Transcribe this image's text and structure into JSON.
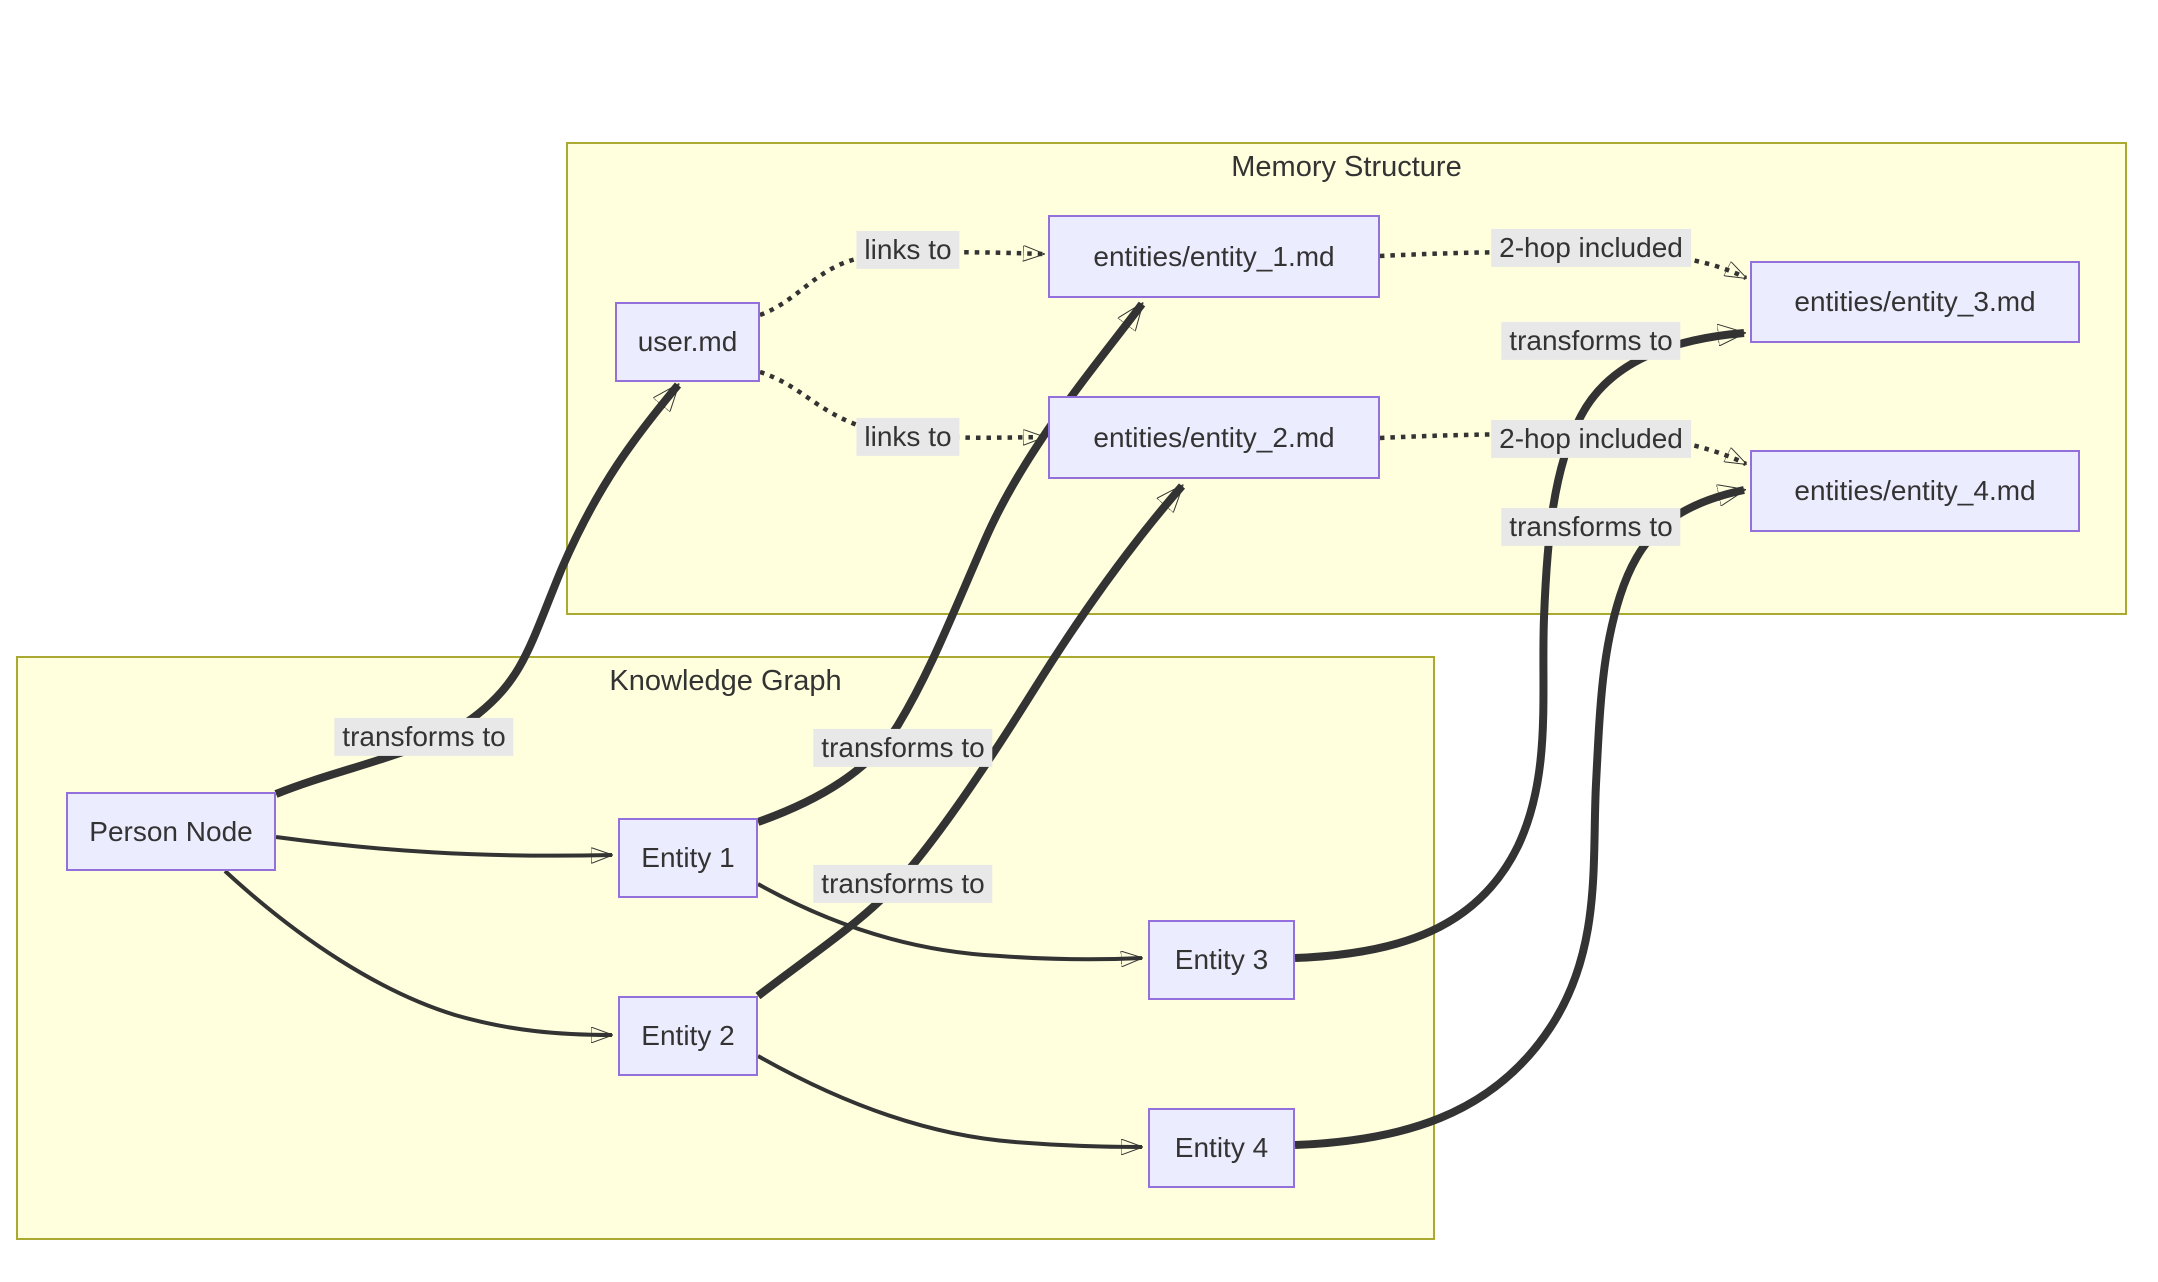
{
  "diagram_type": "flowchart",
  "clusters": {
    "memory": {
      "title": "Memory Structure"
    },
    "knowledge": {
      "title": "Knowledge Graph"
    }
  },
  "nodes": {
    "user_md": {
      "label": "user.md"
    },
    "entity1_md": {
      "label": "entities/entity_1.md"
    },
    "entity2_md": {
      "label": "entities/entity_2.md"
    },
    "entity3_md": {
      "label": "entities/entity_3.md"
    },
    "entity4_md": {
      "label": "entities/entity_4.md"
    },
    "person": {
      "label": "Person Node"
    },
    "entity1": {
      "label": "Entity 1"
    },
    "entity2": {
      "label": "Entity 2"
    },
    "entity3": {
      "label": "Entity 3"
    },
    "entity4": {
      "label": "Entity 4"
    }
  },
  "edges": {
    "user_links_e1": {
      "from": "user.md",
      "to": "entities/entity_1.md",
      "label": "links to",
      "style": "dotted"
    },
    "user_links_e2": {
      "from": "user.md",
      "to": "entities/entity_2.md",
      "label": "links to",
      "style": "dotted"
    },
    "e1_2hop_e3": {
      "from": "entities/entity_1.md",
      "to": "entities/entity_3.md",
      "label": "2-hop included",
      "style": "dotted"
    },
    "e2_2hop_e4": {
      "from": "entities/entity_2.md",
      "to": "entities/entity_4.md",
      "label": "2-hop included",
      "style": "dotted"
    },
    "person_transforms_user": {
      "from": "Person Node",
      "to": "user.md",
      "label": "transforms to",
      "style": "thick"
    },
    "entity1_transforms": {
      "from": "Entity 1",
      "to": "entities/entity_1.md",
      "label": "transforms to",
      "style": "thick"
    },
    "entity2_transforms": {
      "from": "Entity 2",
      "to": "entities/entity_2.md",
      "label": "transforms to",
      "style": "thick"
    },
    "entity3_transforms": {
      "from": "Entity 3",
      "to": "entities/entity_3.md",
      "label": "transforms to",
      "style": "thick"
    },
    "entity4_transforms": {
      "from": "Entity 4",
      "to": "entities/entity_4.md",
      "label": "transforms to",
      "style": "thick"
    },
    "person_entity1": {
      "from": "Person Node",
      "to": "Entity 1",
      "label": "",
      "style": "normal"
    },
    "person_entity2": {
      "from": "Person Node",
      "to": "Entity 2",
      "label": "",
      "style": "normal"
    },
    "entity1_entity3": {
      "from": "Entity 1",
      "to": "Entity 3",
      "label": "",
      "style": "normal"
    },
    "entity2_entity4": {
      "from": "Entity 2",
      "to": "Entity 4",
      "label": "",
      "style": "normal"
    }
  },
  "colors": {
    "node_fill": "#ECECFF",
    "node_border": "#9370DB",
    "cluster_fill": "#ffffde",
    "cluster_border": "#aaaa33",
    "edge": "#333333",
    "edge_label_bg": "#e8e8e8",
    "text": "#333333",
    "background": "#ffffff"
  }
}
